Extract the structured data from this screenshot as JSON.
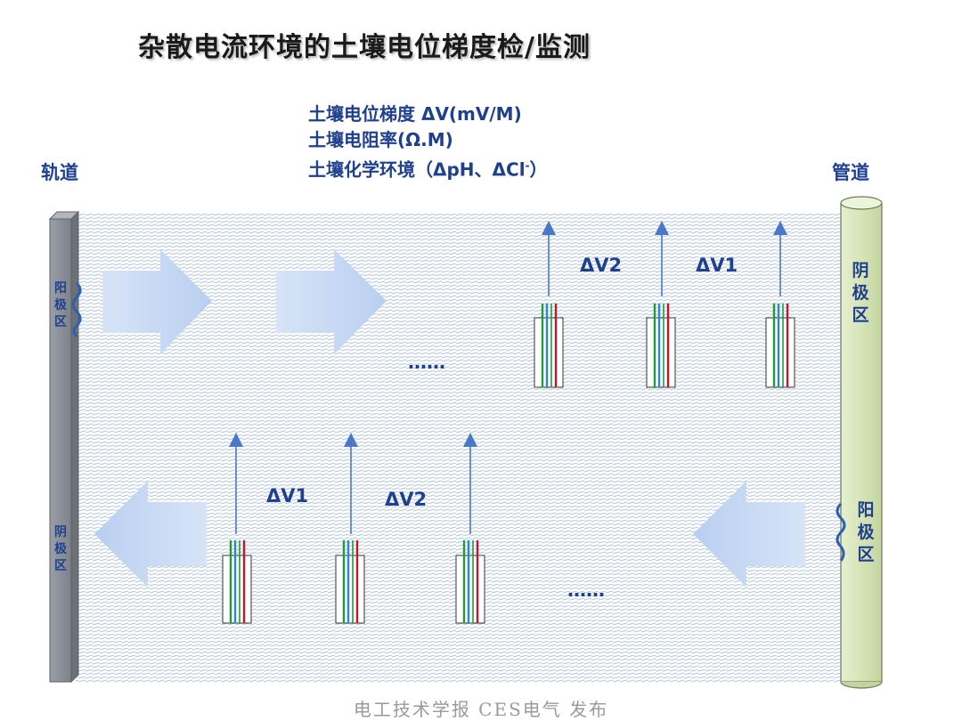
{
  "title": "杂散电流环境的土壤电位梯度检/监测",
  "parameters": {
    "line1": "土壤电位梯度 ΔV(mV/M)",
    "line2": "土壤电阻率(Ω.M)",
    "line3_main": "土壤化学环境（ΔpH、ΔCl",
    "line3_sup": "-",
    "line3_end": "）"
  },
  "left_label": "轨道",
  "right_label": "管道",
  "rail_zone_top": [
    "阳",
    "极",
    "区"
  ],
  "rail_zone_bottom": [
    "阴",
    "极",
    "区"
  ],
  "pipe_zone_top": [
    "阴",
    "极",
    "区"
  ],
  "pipe_zone_bottom": [
    "阳",
    "极",
    "区"
  ],
  "top_labels": {
    "dv2": "ΔV2",
    "dv1": "ΔV1"
  },
  "bottom_labels": {
    "dv1": "ΔV1",
    "dv2": "ΔV2"
  },
  "ellipsis_top": "……",
  "ellipsis_bottom": "……",
  "footer": "电工技术学报 CES电气 发布",
  "colors": {
    "text_blue": "#1f3f8f",
    "rail": "#8a8f97",
    "pipe": "#d9e7bf",
    "soil_lines": "#b7c9dc",
    "arrow_fill": "#c9daf3",
    "probe_green": "#1f9b3a",
    "probe_blue": "#2e86d6",
    "probe_red": "#c0182a"
  }
}
